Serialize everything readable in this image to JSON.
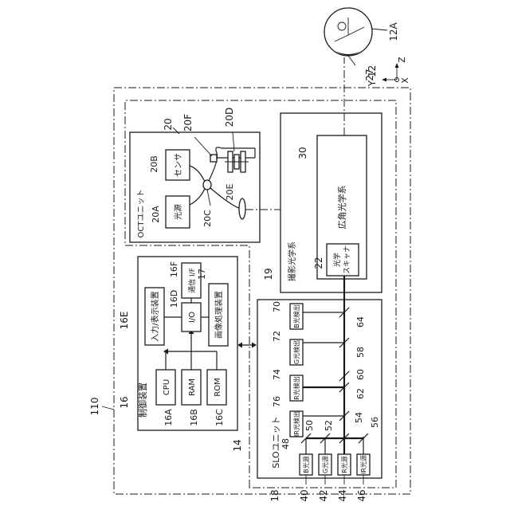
{
  "labels": {
    "n110": "110",
    "n14": "14",
    "n16": "16",
    "n16A": "16A",
    "n16B": "16B",
    "n16C": "16C",
    "n16D": "16D",
    "n16E": "16E",
    "n16F": "16F",
    "n17": "17",
    "n18": "18",
    "n19": "19",
    "n20": "20",
    "n20A": "20A",
    "n20B": "20B",
    "n20C": "20C",
    "n20D": "20D",
    "n20E": "20E",
    "n20F": "20F",
    "n22": "22",
    "n27": "27",
    "n30": "30",
    "n40": "40",
    "n42": "42",
    "n44": "44",
    "n46": "46",
    "n48": "48",
    "n50": "50",
    "n52": "52",
    "n54": "54",
    "n56": "56",
    "n58": "58",
    "n60": "60",
    "n62": "62",
    "n64": "64",
    "n70": "70",
    "n72": "72",
    "n74": "74",
    "n76": "76",
    "n12": "12",
    "n12A": "12A",
    "axisY": "Y",
    "axisZ": "Z",
    "axisX": "X"
  },
  "blocks": {
    "control": "制御装置",
    "cpu": "CPU",
    "ram": "RAM",
    "rom": "ROM",
    "io": "I/O",
    "comm_if": "通信 I/F",
    "image_proc": "画像処理装置",
    "input_display": "入力/表示装置",
    "oct_unit": "OCTユニット",
    "light_source": "光源",
    "sensor": "センサ",
    "imaging_optics": "撮影光学系",
    "wide_angle_optics": "広角光学系",
    "optical_scanner_1": "光学",
    "optical_scanner_2": "スキャナ",
    "slo_unit": "SLOユニット",
    "b_source": "B光源",
    "g_source": "G光源",
    "r_source": "R光源",
    "ir_source": "IR光源",
    "ir_detect": "IR光検出",
    "r_detect": "R光検出",
    "g_detect": "G光検出",
    "b_detect": "B光検出"
  }
}
